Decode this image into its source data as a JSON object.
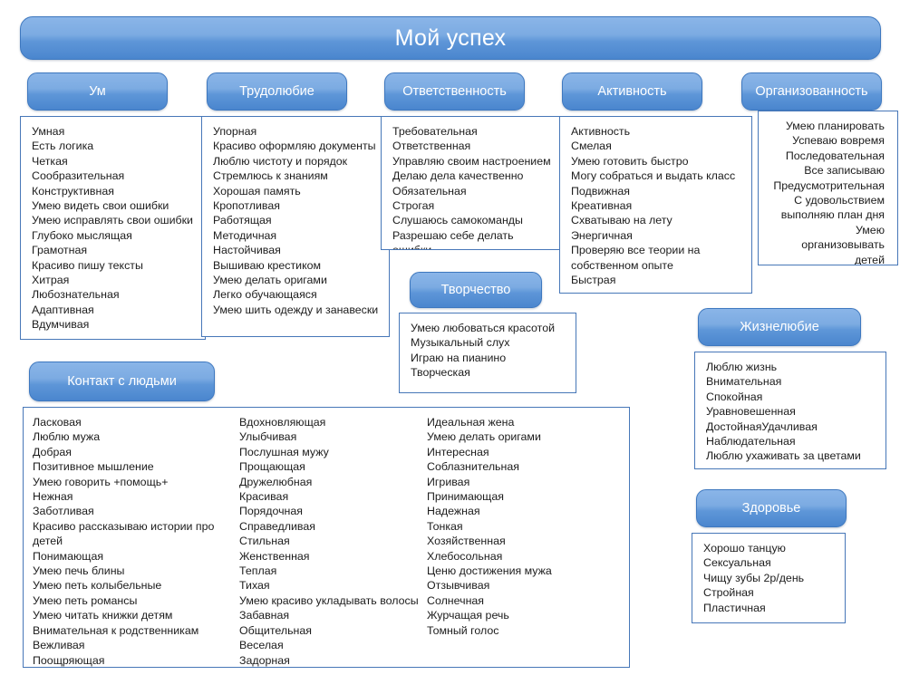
{
  "title": {
    "label": "Мой успех"
  },
  "sections": [
    {
      "id": "um",
      "header": "Ум",
      "items": [
        "Умная",
        "Есть логика",
        "Четкая",
        "Сообразительная",
        "Конструктивная",
        "Умею видеть свои ошибки",
        "Умею исправлять свои ошибки",
        "Глубоко мыслящая",
        "Грамотная",
        "Красиво пишу тексты",
        "Хитрая",
        "Любознательная",
        "Адаптивная",
        "Вдумчивая"
      ]
    },
    {
      "id": "trudolyubie",
      "header": "Трудолюбие",
      "items": [
        "Упорная",
        "Красиво оформляю документы",
        "Люблю чистоту и порядок",
        "Стремлюсь к знаниям",
        "Хорошая память",
        "Кропотливая",
        "Работящая",
        "Методичная",
        "Настойчивая",
        "Вышиваю крестиком",
        "Умею делать оригами",
        "Легко обучающаяся",
        "Умею шить одежду и занавески"
      ]
    },
    {
      "id": "otvetstvennost",
      "header": "Ответственность",
      "items": [
        "Требовательная",
        "Ответственная",
        "Управляю своим настроением",
        "Делаю дела качественно",
        "Обязательная",
        "Строгая",
        "Слушаюсь самокоманды",
        "Разрешаю себе делать ошибки"
      ]
    },
    {
      "id": "aktivnost",
      "header": "Активность",
      "items": [
        "Активность",
        "Смелая",
        "Умею готовить быстро",
        "Могу собраться и выдать класс",
        "Подвижная",
        "Креативная",
        "Схватываю на лету",
        "Энергичная",
        "Проверяю все теории на собственном опыте",
        "Быстрая"
      ]
    },
    {
      "id": "organizovannost",
      "header": "Организованность",
      "items": [
        "Умею планировать",
        "Успеваю вовремя",
        "Последовательная",
        "Все записываю",
        "Предусмотрительная",
        "С удовольствием выполняю план дня",
        "Умею организовывать детей"
      ]
    },
    {
      "id": "tvorchestvo",
      "header": "Творчество",
      "items": [
        "Умею любоваться красотой",
        "Музыкальный слух",
        "Играю на пианино",
        "Творческая"
      ]
    },
    {
      "id": "zhiznelyubie",
      "header": "Жизнелюбие",
      "items": [
        "Люблю жизнь",
        "Внимательная",
        "Спокойная",
        "Уравновешенная",
        "ДостойнаяУдачливая",
        "Наблюдательная",
        "Люблю ухаживать за цветами"
      ]
    },
    {
      "id": "zdorovie",
      "header": "Здоровье",
      "items": [
        "Хорошо танцую",
        "Сексуальная",
        "Чищу зубы 2р/день",
        "Стройная",
        "Пластичная"
      ]
    },
    {
      "id": "kontakt",
      "header": "Контакт с людьми",
      "columns": [
        [
          "Ласковая",
          "Люблю мужа",
          "Добрая",
          "Позитивное мышление",
          "Умею говорить +помощь+",
          "Нежная",
          "Заботливая",
          "Красиво рассказываю истории про детей",
          "Понимающая",
          "Умею печь блины",
          "Умею петь колыбельные",
          "Умею петь романсы",
          "Умею читать книжки детям",
          "Внимательная к родственникам",
          "Вежливая",
          "Поощряющая"
        ],
        [
          "Вдохновляющая",
          "Улыбчивая",
          "Послушная мужу",
          "Прощающая",
          "Дружелюбная",
          "Красивая",
          "Порядочная",
          "Справедливая",
          "Стильная",
          "Женственная",
          "Теплая",
          "Тихая",
          "Умею красиво укладывать волосы",
          "Забавная",
          "Общительная",
          "Веселая",
          "Задорная"
        ],
        [
          "Идеальная жена",
          "Умею делать оригами",
          "Интересная",
          "Соблазнительная",
          "Игривая",
          "Принимающая",
          "Надежная",
          "Тонкая",
          "Хозяйственная",
          "Хлебосольная",
          "Ценю достижения мужа",
          "Отзывчивая",
          "Солнечная",
          "Журчащая речь",
          "Томный голос"
        ]
      ]
    }
  ],
  "colors": {
    "pill_top": "#8ab5e8",
    "pill_bottom": "#4a86ce",
    "pill_border": "#3e78bf",
    "box_border": "#4777b8",
    "text": "#1c1c1c",
    "header_text": "#ffffff",
    "background": "#ffffff"
  }
}
